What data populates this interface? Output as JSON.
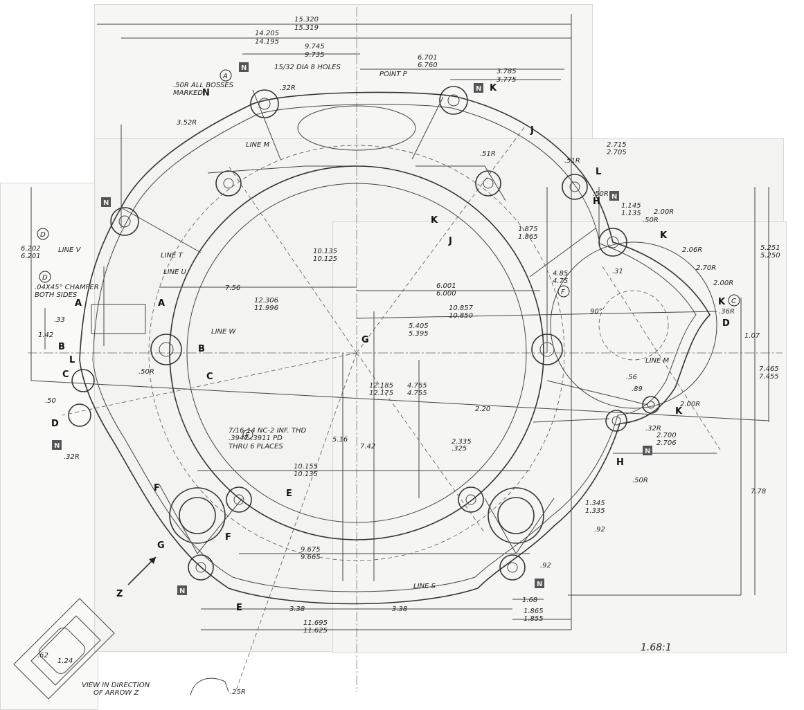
{
  "dims": {
    "overall_width_top": "15.320",
    "overall_width_bottom": "15.319",
    "width2_top": "14.205",
    "width2_bottom": "14.195",
    "width3_top": "9.745",
    "width3_bottom": "9.735",
    "width4_top": "6.701",
    "width4_bottom": "6.760",
    "width5_top": "3.785",
    "width5_bottom": "3.775",
    "right_top_top": "2.715",
    "right_top_bottom": "2.705",
    "left_h_top": "6.202",
    "left_h_bottom": "6.201",
    "dia_1_top": "10.135",
    "dia_1_bottom": "10.125",
    "dia_2_top": "12.306",
    "dia_2_bottom": "11.996",
    "dia_3_top": "10.857",
    "dia_3_bottom": "10.850",
    "d_756": "7.56",
    "d_6001_top": "6.001",
    "d_6001_bottom": "6.000",
    "d_5405_top": "5.405",
    "d_5405_bottom": "5.395",
    "d_1875_top": "1.875",
    "d_1875_bottom": "1.865",
    "d_485_top": "4.85",
    "d_485_bottom": "4.75",
    "d_1145_top": "1.145",
    "d_1145_bottom": "1.135",
    "d_5251_top": "5.251",
    "d_5251_bottom": "5.250",
    "d_7465_top": "7.465",
    "d_7465_bottom": "7.455",
    "d_107": "1.07",
    "d_12185_top": "12.185",
    "d_12185_bottom": "12.175",
    "d_4765_top": "4.765",
    "d_4765_bottom": "4.755",
    "d_220": "2.20",
    "d_2335_top": "2.335",
    "d_2335_bottom": ".325",
    "d_742": "7.42",
    "d_516": "5.16",
    "d_2700_top": "2.700",
    "d_2700_bottom": "2.706",
    "d_10155_top": "10.155",
    "d_10155_bottom": "10.135",
    "d_9675_top": "9.675",
    "d_9665_bottom": "9.665",
    "d_1345_top": "1.345",
    "d_1345_bottom": "1.335",
    "d_92a": ".92",
    "d_92b": ".92",
    "d_168": "1.68",
    "d_1865_top": "1.865",
    "d_1855_bottom": "1.855",
    "d_338a": "3.38",
    "d_338b": "3.38",
    "d_11695_top": "11.695",
    "d_11625_bottom": "11.625",
    "d_778": "7.78",
    "d_33": ".33",
    "d_142": "1.42",
    "d_50": ".50",
    "d_56": ".56",
    "d_89": ".89",
    "d_31": ".31",
    "d_90": "90°",
    "d_62": ".62",
    "d_124": "1.24"
  },
  "radii": {
    "r_352": "3.52R",
    "r_32a": ".32R",
    "r_51a": ".51R",
    "r_51b": ".51R",
    "r_50a": ".50R",
    "r_50b": ".50R",
    "r_50c": ".50R",
    "r_50d": ".50R",
    "r_200a": "2.00R",
    "r_206": "2.06R",
    "r_270": "2.70R",
    "r_200b": "2.00R",
    "r_36": ".36R",
    "r_200c": "2.00R",
    "r_32b": ".32R",
    "r_25": ".25R",
    "r_32c": ".32R"
  },
  "notes": {
    "bosses": ".50R ALL BOSSES",
    "bosses_2": "MARKED",
    "holes": "15/32 DIA 8 HOLES",
    "point_p": "POINT P",
    "chamfer": ".04X45° CHAMFER",
    "chamfer_2": "BOTH SIDES",
    "thread": "7/16-14 NC-2 INF. THD",
    "thread_2": ".3947-.3911 PD",
    "thread_3": "THRU 6 PLACES",
    "view": "VIEW IN DIRECTION",
    "view_2": "OF ARROW Z",
    "scale": "1.68:1"
  },
  "lines": {
    "line_v": "LINE V",
    "line_t": "LINE T",
    "line_u": "LINE U",
    "line_w": "LINE W",
    "line_m": "LINE M",
    "line_s": "LINE S",
    "line_m_top": "LINE M"
  },
  "letters": {
    "n": "N",
    "k": "K",
    "l": "L",
    "j": "J",
    "h": "H",
    "d": "D",
    "a": "A",
    "b": "B",
    "c": "C",
    "e": "E",
    "f": "F",
    "g": "G",
    "z": "Z",
    "circ_a": "A",
    "circ_c": "C",
    "circ_f": "F",
    "circ_d": "D",
    "circ_e": "E"
  }
}
